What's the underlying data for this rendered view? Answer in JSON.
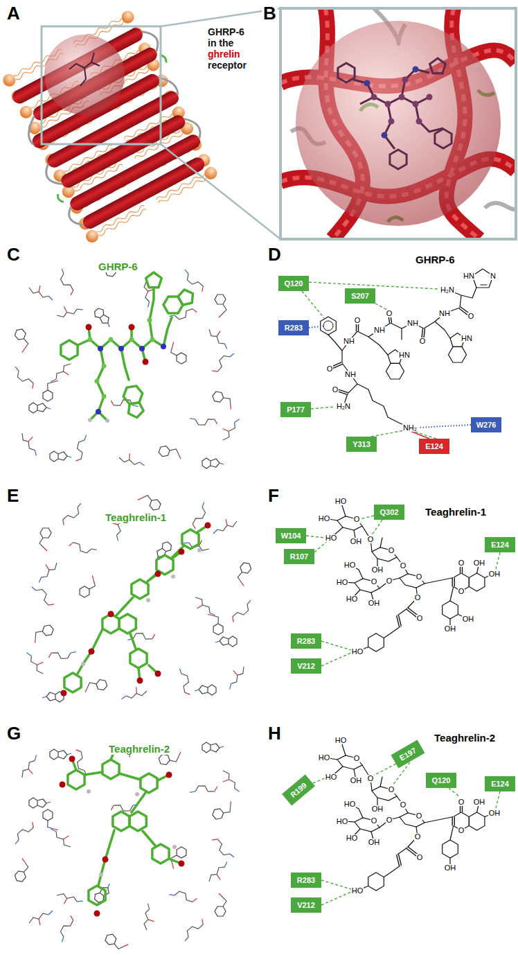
{
  "diagram": {
    "nodes": [
      {
        "text": [
          "Q120"
        ]
      },
      {
        "text": [
          "S207"
        ]
      },
      {
        "text": [
          "R283"
        ]
      },
      {
        "text": [
          "P177"
        ]
      },
      {
        "text": [
          "Y313"
        ]
      },
      {
        "text": [
          "E124"
        ]
      },
      {
        "text": [
          "W276"
        ]
      },
      {
        "text": [
          "Q302"
        ]
      },
      {
        "text": [
          "W104"
        ]
      },
      {
        "text": [
          "R107"
        ]
      },
      {
        "text": [
          "E124"
        ]
      },
      {
        "text": [
          "R283"
        ]
      },
      {
        "text": [
          "V212"
        ]
      },
      {
        "text": [
          "E197"
        ]
      },
      {
        "text": [
          "R199"
        ]
      },
      {
        "text": [
          "Q120"
        ]
      },
      {
        "text": [
          "E124"
        ]
      },
      {
        "text": [
          "R283"
        ]
      },
      {
        "text": [
          "V212"
        ]
      }
    ],
    "labels": [
      "A",
      "GHRP-6",
      "in the",
      "ghrelin",
      "receptor",
      "B",
      "C",
      "GHRP-6",
      "D",
      "GHRP-6",
      "E",
      "Teaghrelin-1",
      "F",
      "Teaghrelin-1",
      "G",
      "Teaghrelin-2",
      "H",
      "Teaghrelin-2",
      "N",
      "HN",
      "H₂N",
      "O",
      "NH",
      "HN",
      "O",
      "NH",
      "O",
      "NH",
      "HN",
      "O",
      "NH",
      "O",
      "NH",
      "O",
      "H₂N",
      "NH₂",
      "HO",
      "O",
      "HO",
      "HO",
      "OH",
      "O",
      "O",
      "OH",
      "O",
      "O",
      "O",
      "O",
      "HO",
      "HO",
      "HO",
      "OH",
      "O",
      "O",
      "HO",
      "O",
      "OH",
      "OH",
      "O",
      "OH",
      "OH",
      "HO",
      "O",
      "HO",
      "HO",
      "OH",
      "O",
      "O",
      "OH",
      "O",
      "O",
      "O",
      "O",
      "HO",
      "HO",
      "HO",
      "OH",
      "O",
      "O",
      "HO",
      "O",
      "OH",
      "OH",
      "O",
      "OH"
    ]
  }
}
